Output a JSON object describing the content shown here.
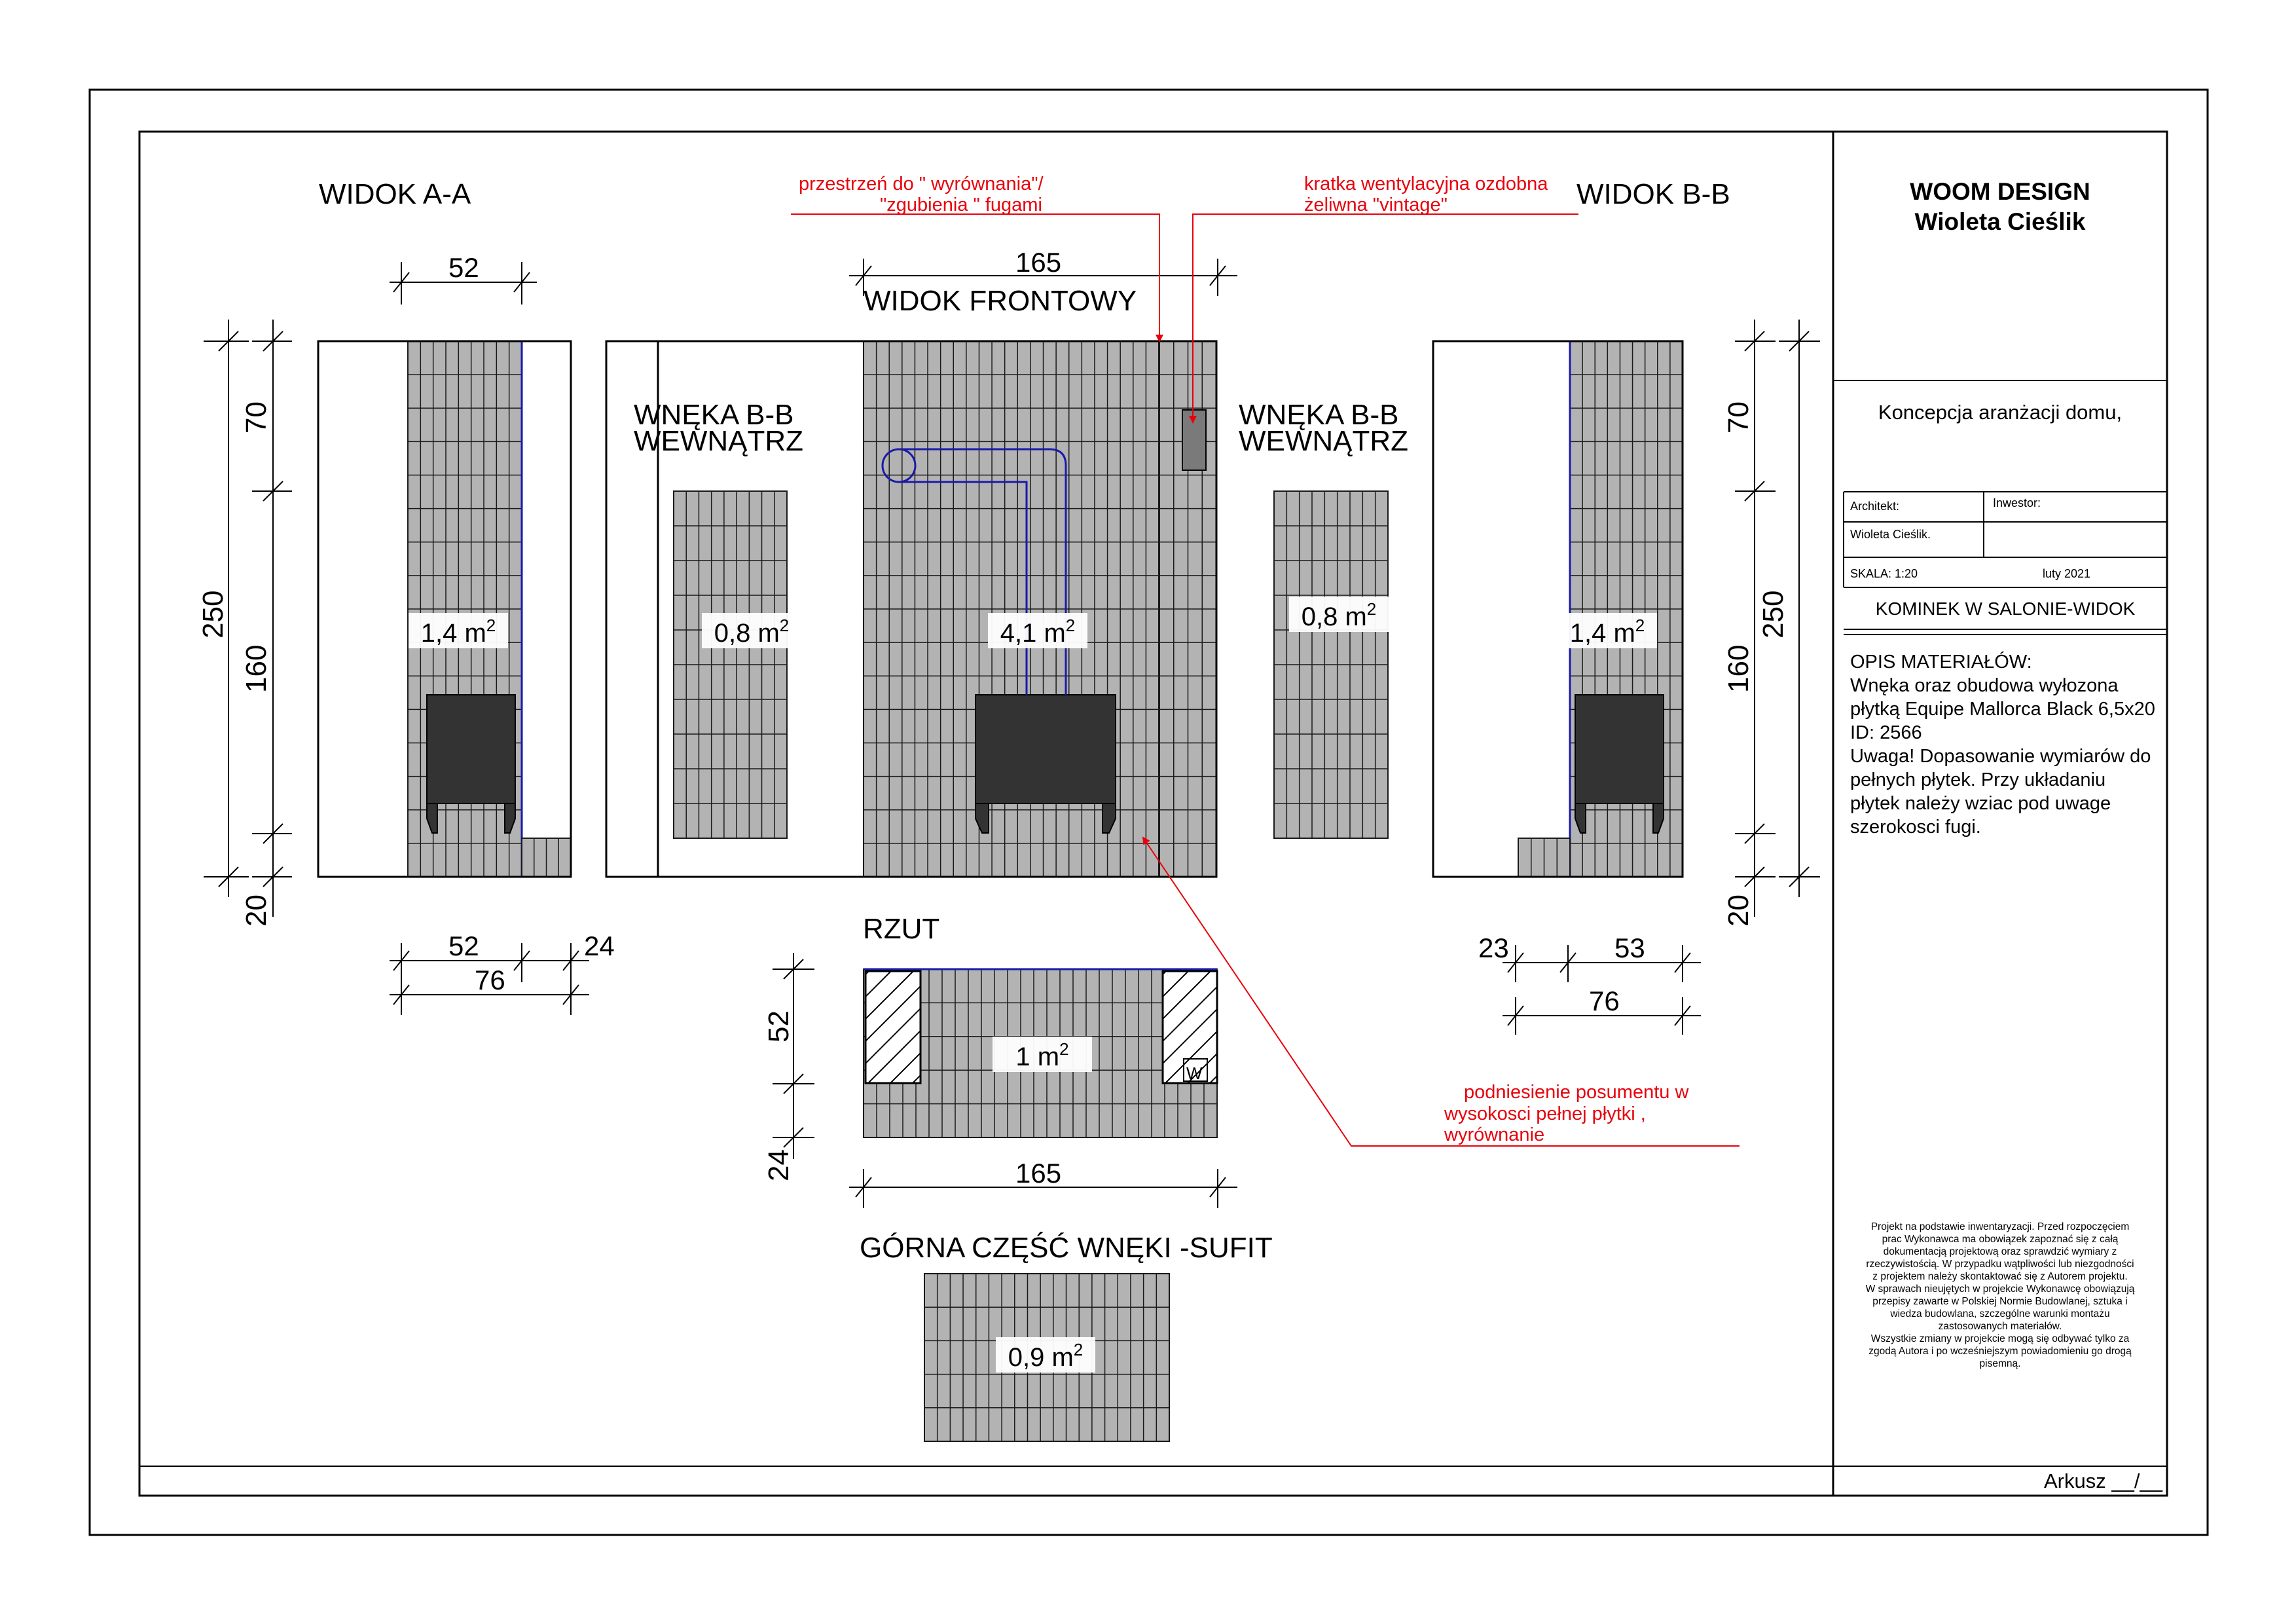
{
  "colors": {
    "tile": "#b3b3b3",
    "grout": "#1a1a1a",
    "wall": "#2e2e2e",
    "stove": "#333333",
    "annotation": "#e8000b",
    "pipe": "#1a1aa8",
    "frame": "#000000"
  },
  "drawing": {
    "title_widok_aa": "WIDOK A-A",
    "title_widok_bb": "WIDOK B-B",
    "title_frontowy": "WIDOK FRONTOWY",
    "title_wneka_left_1": "WNĘKA B-B",
    "title_wneka_left_2": "WEWNĄTRZ",
    "title_wneka_right_1": "WNĘKA B-B",
    "title_wneka_right_2": "WEWNĄTRZ",
    "title_rzut": "RZUT",
    "title_sufit": "GÓRNA CZĘŚĆ WNĘKI -SUFIT",
    "note_wyrownania_1": "przestrzeń do \" wyrównania\"/",
    "note_wyrownania_2": "\"zgubienia \" fugami",
    "note_kratka_1": "kratka wentylacyjna ozdobna",
    "note_kratka_2": "żeliwna \"vintage\"",
    "note_posument_1": "podniesienie posumentu w",
    "note_posument_2": "wysokosci pełnej płytki ,",
    "note_posument_3": "wyrównanie",
    "dim_aa_top": "52",
    "dim_front_top": "165",
    "dim_left_250": "250",
    "dim_left_70": "70",
    "dim_left_160": "160",
    "dim_left_20": "20",
    "dim_right_250": "250",
    "dim_right_70": "70",
    "dim_right_160": "160",
    "dim_right_20": "20",
    "dim_aa_bottom_52": "52",
    "dim_aa_bottom_24": "24",
    "dim_aa_bottom_76": "76",
    "dim_bb_bottom_23": "23",
    "dim_bb_bottom_53": "53",
    "dim_bb_bottom_76": "76",
    "dim_rzut_52": "52",
    "dim_rzut_24": "24",
    "dim_rzut_165": "165",
    "area_widok_aa": "1,4 m",
    "area_wneka_left": "0,8 m",
    "area_frontowy": "4,1 m",
    "area_wneka_right": "0,8 m",
    "area_widok_bb": "1,4 m",
    "area_rzut": "1 m",
    "area_sufit": "0,9 m",
    "area_sup": "2",
    "vent_label": "W"
  },
  "titleblock": {
    "company_1": "WOOM DESIGN",
    "company_2": "Wioleta Cieślik",
    "project": "Koncepcja aranżacji domu,",
    "architekt_label": "Architekt:",
    "inwestor_label": "Inwestor:",
    "architekt_name": "Wioleta Cieślik.",
    "skala": "SKALA:  1:20",
    "date": "luty 2021",
    "sheet_title": "KOMINEK W SALONIE-WIDOK",
    "opis_header": "OPIS MATERIAŁÓW:",
    "opis_1": "Wnęka oraz obudowa wyłozona",
    "opis_2": "płytką Equipe Mallorca Black 6,5x20",
    "opis_3": "ID: 2566",
    "opis_4": "Uwaga! Dopasowanie wymiarów do",
    "opis_5": "pełnych płytek. Przy układaniu",
    "opis_6": "płytek należy wziac pod uwage",
    "opis_7": "szerokosci fugi.",
    "disclaimer_1": "Projekt na podstawie inwentaryzacji. Przed rozpoczęciem",
    "disclaimer_2": "prac Wykonawca ma obowiązek zapoznać się z całą",
    "disclaimer_3": "dokumentacją projektową oraz sprawdzić wymiary z",
    "disclaimer_4": "rzeczywistością. W przypadku wątpliwości lub niezgodności",
    "disclaimer_5": "z projektem należy skontaktować się z Autorem projektu.",
    "disclaimer_6": "W sprawach nieujętych w projekcie Wykonawcę obowiązują",
    "disclaimer_7": "przepisy zawarte w Polskiej Normie Budowlanej, sztuka i",
    "disclaimer_8": "wiedza budowlana, szczególne warunki montażu",
    "disclaimer_9": "zastosowanych materiałów.",
    "disclaimer_10": "Wszystkie zmiany w projekcie mogą się odbywać tylko za",
    "disclaimer_11": "zgodą Autora i po wcześniejszym powiadomieniu go drogą",
    "disclaimer_12": "pisemną.",
    "arkusz": "Arkusz __/__"
  }
}
